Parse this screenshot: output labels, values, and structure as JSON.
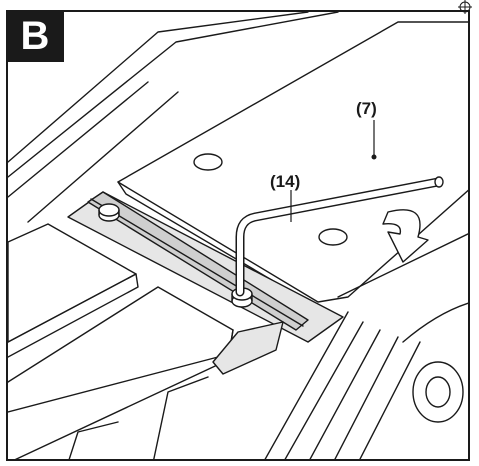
{
  "figure": {
    "badge_letter": "B",
    "callouts": [
      {
        "id": "part-7",
        "text": "(7)"
      },
      {
        "id": "part-14",
        "text": "(14)"
      }
    ]
  },
  "colors": {
    "line": "#1a1a1a",
    "badge_bg": "#1a1a1a",
    "badge_text": "#ffffff",
    "shade": "#cfcfcf",
    "light_shade": "#e6e6e6"
  }
}
